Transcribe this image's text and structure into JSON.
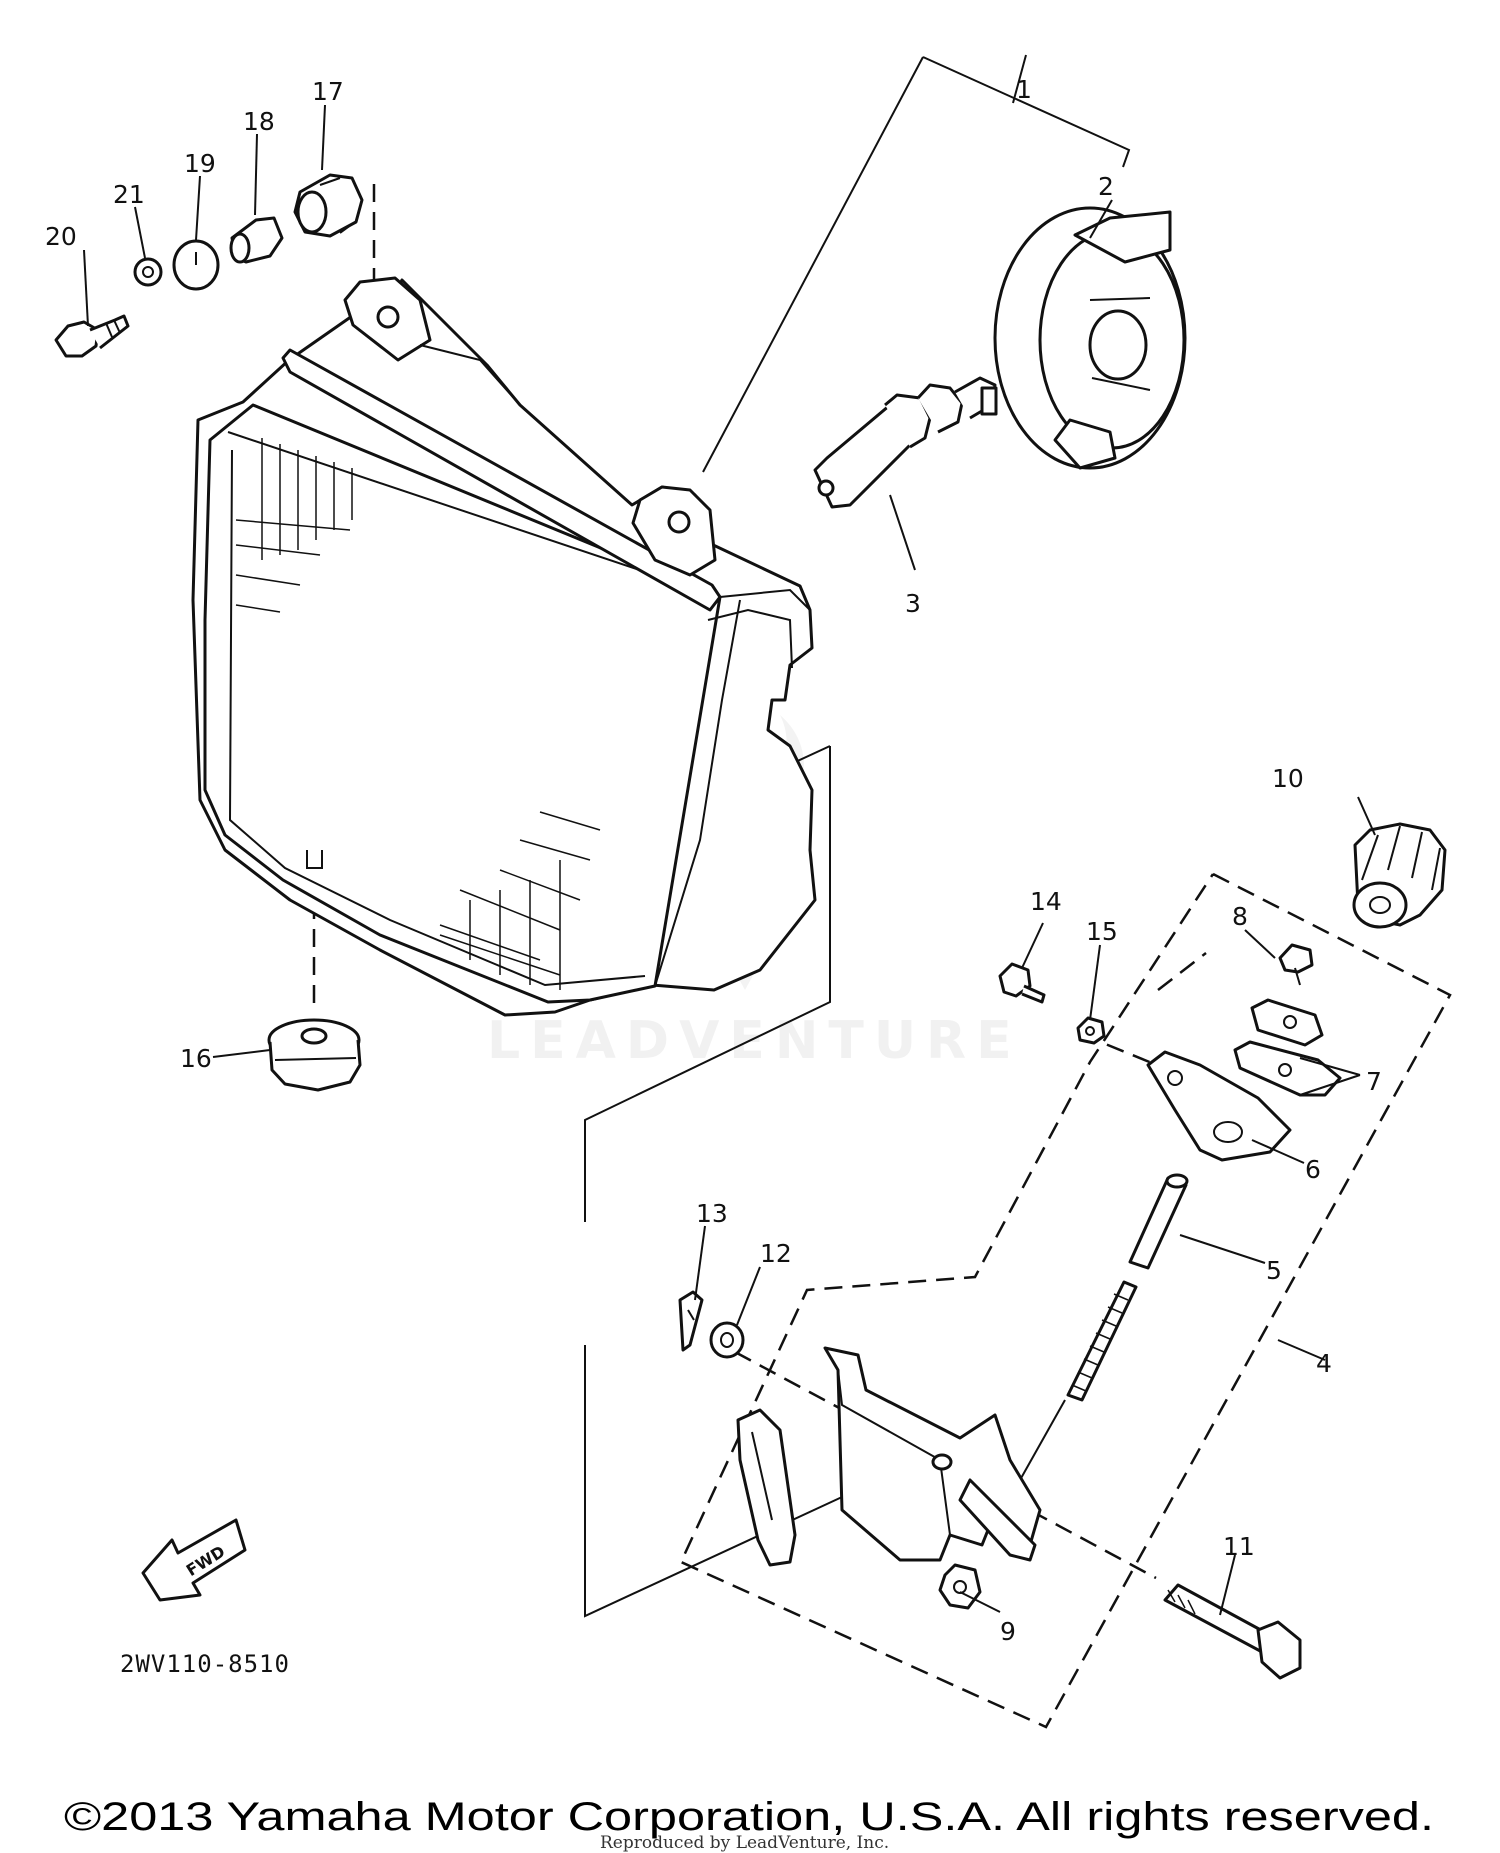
{
  "diagram": {
    "model_code": "2WV110-8510",
    "fwd_label": "FWD",
    "callouts": [
      "1",
      "2",
      "3",
      "4",
      "5",
      "6",
      "7",
      "8",
      "9",
      "10",
      "11",
      "12",
      "13",
      "14",
      "15",
      "16",
      "17",
      "18",
      "19",
      "20",
      "21"
    ],
    "watermark": "LEADVENTURE",
    "copyright": "©2013 Yamaha Motor Corporation, U.S.A. All rights reserved.",
    "reproduced_note": "Reproduced by LeadVenture, Inc."
  },
  "colors": {
    "line": "#111111",
    "background": "#ffffff",
    "watermark": "#f1f1f1"
  }
}
